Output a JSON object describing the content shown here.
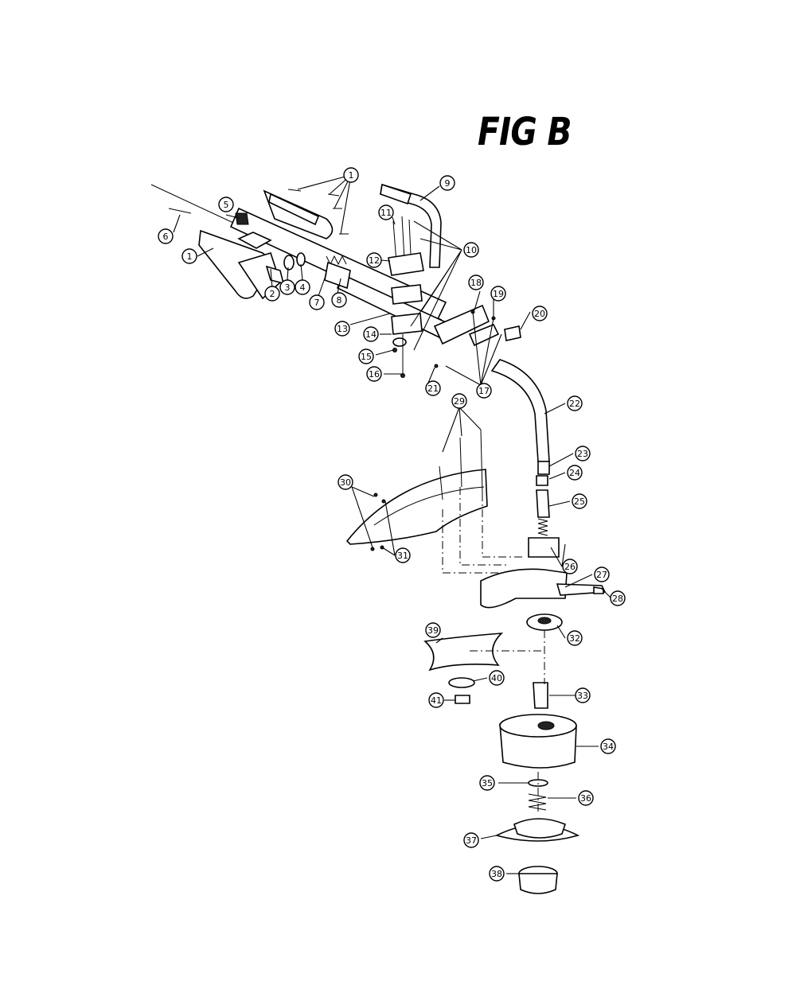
{
  "title": "FIG B",
  "callouts": [
    {
      "n": "1"
    },
    {
      "n": "1"
    },
    {
      "n": "2"
    },
    {
      "n": "3"
    },
    {
      "n": "4"
    },
    {
      "n": "5"
    },
    {
      "n": "6"
    },
    {
      "n": "7"
    },
    {
      "n": "8"
    },
    {
      "n": "9"
    },
    {
      "n": "10"
    },
    {
      "n": "11"
    },
    {
      "n": "12"
    },
    {
      "n": "13"
    },
    {
      "n": "14"
    },
    {
      "n": "15"
    },
    {
      "n": "16"
    },
    {
      "n": "17"
    },
    {
      "n": "18"
    },
    {
      "n": "19"
    },
    {
      "n": "20"
    },
    {
      "n": "21"
    },
    {
      "n": "22"
    },
    {
      "n": "23"
    },
    {
      "n": "24"
    },
    {
      "n": "25"
    },
    {
      "n": "26"
    },
    {
      "n": "27"
    },
    {
      "n": "28"
    },
    {
      "n": "29"
    },
    {
      "n": "30"
    },
    {
      "n": "31"
    },
    {
      "n": "32"
    },
    {
      "n": "33"
    },
    {
      "n": "34"
    },
    {
      "n": "35"
    },
    {
      "n": "36"
    },
    {
      "n": "37"
    },
    {
      "n": "38"
    },
    {
      "n": "39"
    },
    {
      "n": "40"
    },
    {
      "n": "41"
    }
  ]
}
